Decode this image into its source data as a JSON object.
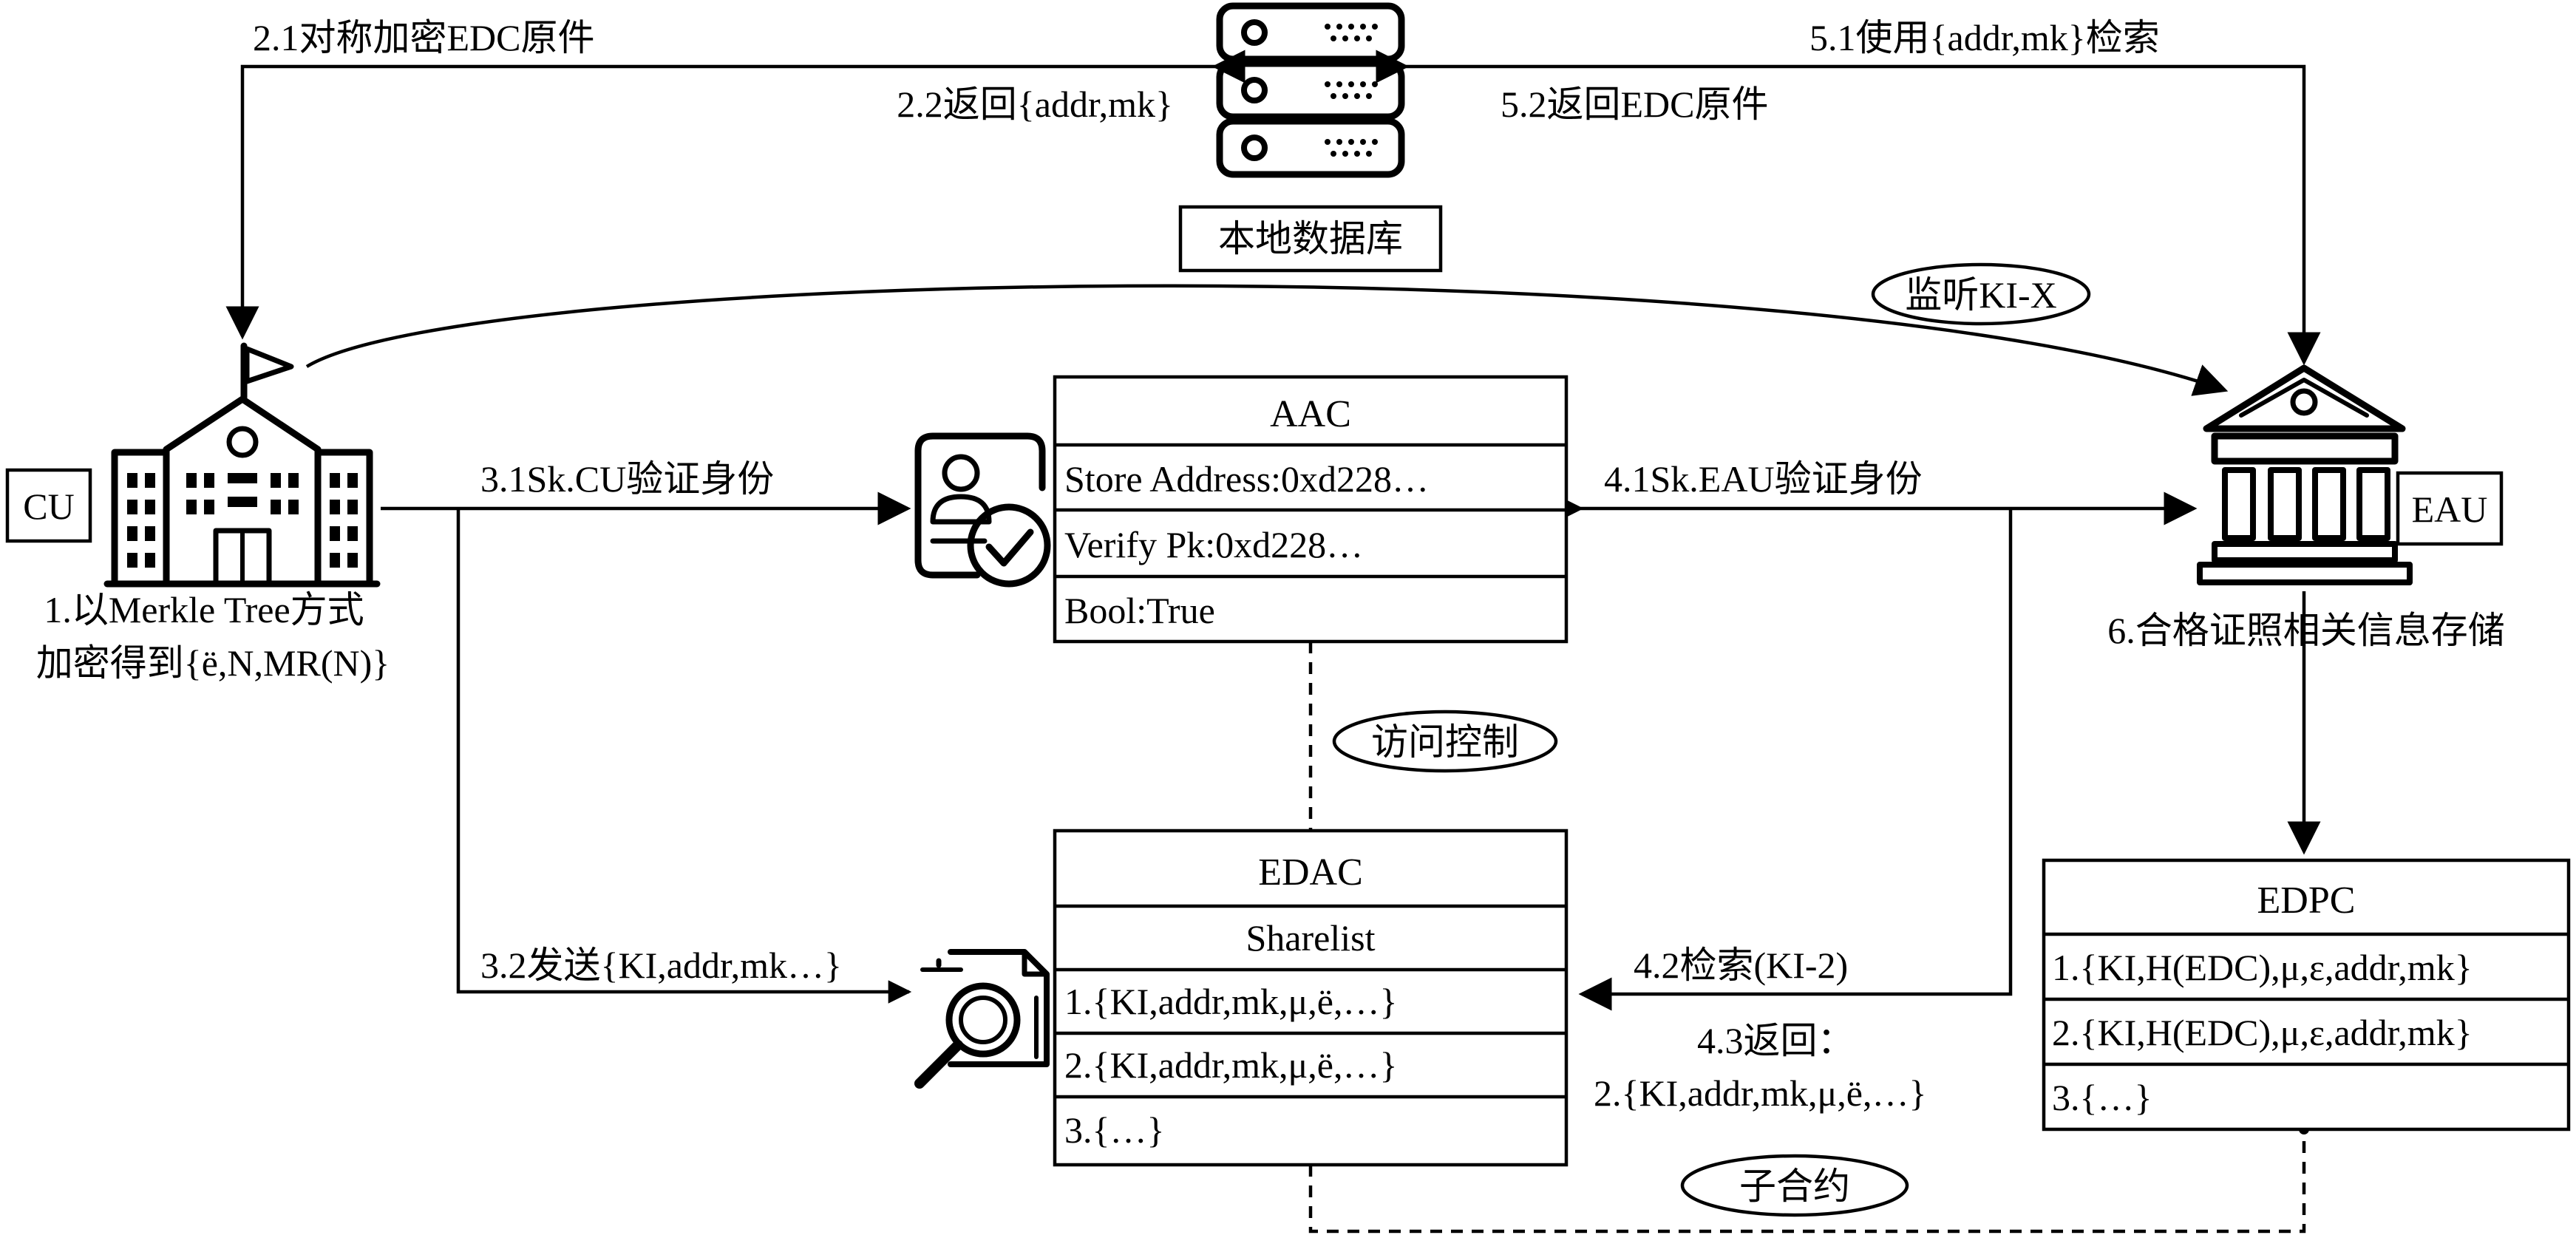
{
  "nodes": {
    "cu": {
      "label": "CU",
      "desc_line1": "1.以Merkle Tree方式",
      "desc_line2": "加密得到{ë,N,MR(N)}"
    },
    "eau": {
      "label": "EAU",
      "desc": "6.合格证照相关信息存储"
    },
    "db": {
      "label": "本地数据库"
    }
  },
  "edges": {
    "e21": "2.1对称加密EDC原件",
    "e22": "2.2返回{addr,mk}",
    "e51": "5.1使用{addr,mk}检索",
    "e52": "5.2返回EDC原件",
    "listen": "监听KI-X",
    "e31": "3.1Sk.CU验证身份",
    "e32": "3.2发送{KI,addr,mk…}",
    "e41": "4.1Sk.EAU验证身份",
    "e42": "4.2检索(KI-2)",
    "e43_line1": "4.3返回：",
    "e43_line2": "2.{KI,addr,mk,μ,ë,…}",
    "access": "访问控制",
    "subcontract": "子合约"
  },
  "aac": {
    "title": "AAC",
    "rows": [
      "Store Address:0xd228…",
      "Verify Pk:0xd228…",
      "Bool:True"
    ]
  },
  "edac": {
    "title": "EDAC",
    "subtitle": "Sharelist",
    "rows": [
      "1.{KI,addr,mk,μ,ë,…}",
      "2.{KI,addr,mk,μ,ë,…}",
      "3.{…}"
    ]
  },
  "edpc": {
    "title": "EDPC",
    "rows": [
      "1.{KI,H(EDC),μ,ε,addr,mk}",
      "2.{KI,H(EDC),μ,ε,addr,mk}",
      "3.{…}"
    ]
  }
}
